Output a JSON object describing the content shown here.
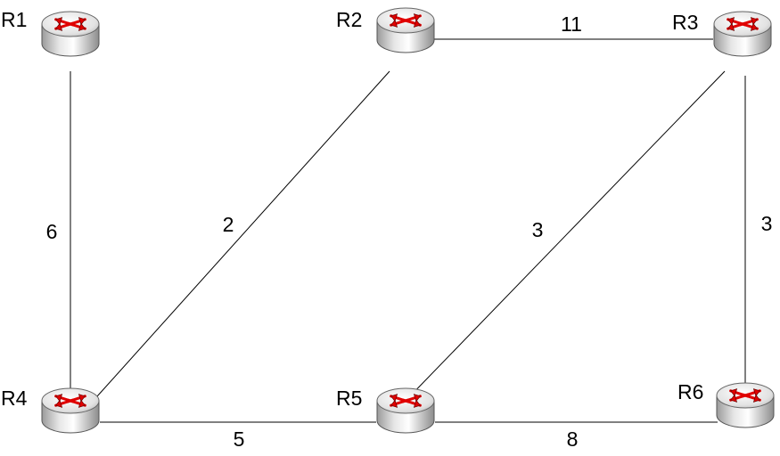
{
  "routers": [
    {
      "id": "R1",
      "label": "R1"
    },
    {
      "id": "R2",
      "label": "R2"
    },
    {
      "id": "R3",
      "label": "R3"
    },
    {
      "id": "R4",
      "label": "R4"
    },
    {
      "id": "R5",
      "label": "R5"
    },
    {
      "id": "R6",
      "label": "R6"
    }
  ],
  "links": [
    {
      "from": "R1",
      "to": "R4",
      "weight": "6"
    },
    {
      "from": "R2",
      "to": "R4",
      "weight": "2"
    },
    {
      "from": "R2",
      "to": "R3",
      "weight": "11"
    },
    {
      "from": "R3",
      "to": "R5",
      "weight": "3"
    },
    {
      "from": "R3",
      "to": "R6",
      "weight": "3"
    },
    {
      "from": "R4",
      "to": "R5",
      "weight": "5"
    },
    {
      "from": "R5",
      "to": "R6",
      "weight": "8"
    }
  ],
  "colors": {
    "line": "#000000",
    "router_arrow": "#e00000",
    "router_body": "#d8d8d8"
  },
  "icon": "router-icon"
}
